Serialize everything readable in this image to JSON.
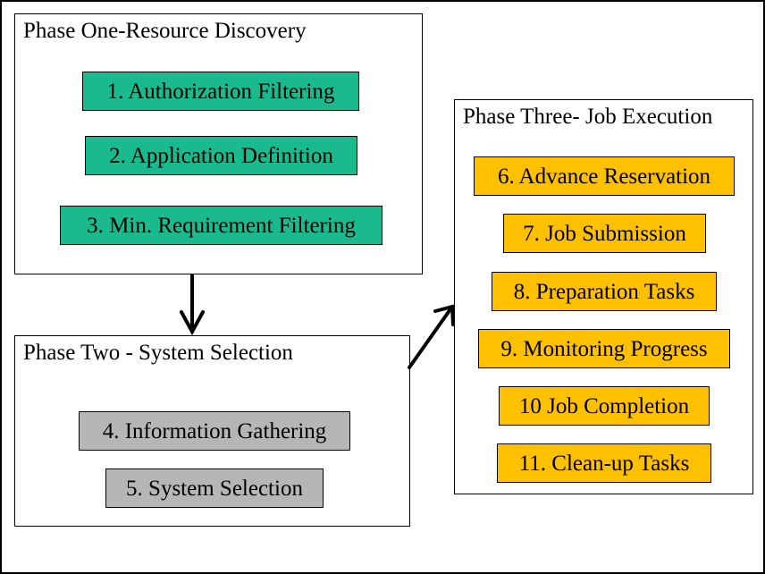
{
  "phase_one": {
    "title": "Phase One-Resource Discovery",
    "steps": [
      "1. Authorization Filtering",
      "2. Application Definition",
      "3. Min. Requirement Filtering"
    ]
  },
  "phase_two": {
    "title": "Phase Two - System Selection",
    "steps": [
      "4. Information Gathering",
      "5. System Selection"
    ]
  },
  "phase_three": {
    "title": "Phase Three- Job Execution",
    "steps": [
      "6. Advance Reservation",
      "7. Job Submission",
      "8. Preparation Tasks",
      "9. Monitoring Progress",
      "10 Job Completion",
      "11. Clean-up Tasks"
    ]
  },
  "colors": {
    "phase_one_steps": "#1ab98e",
    "phase_two_steps": "#b6b6b6",
    "phase_three_steps": "#ffc000"
  }
}
